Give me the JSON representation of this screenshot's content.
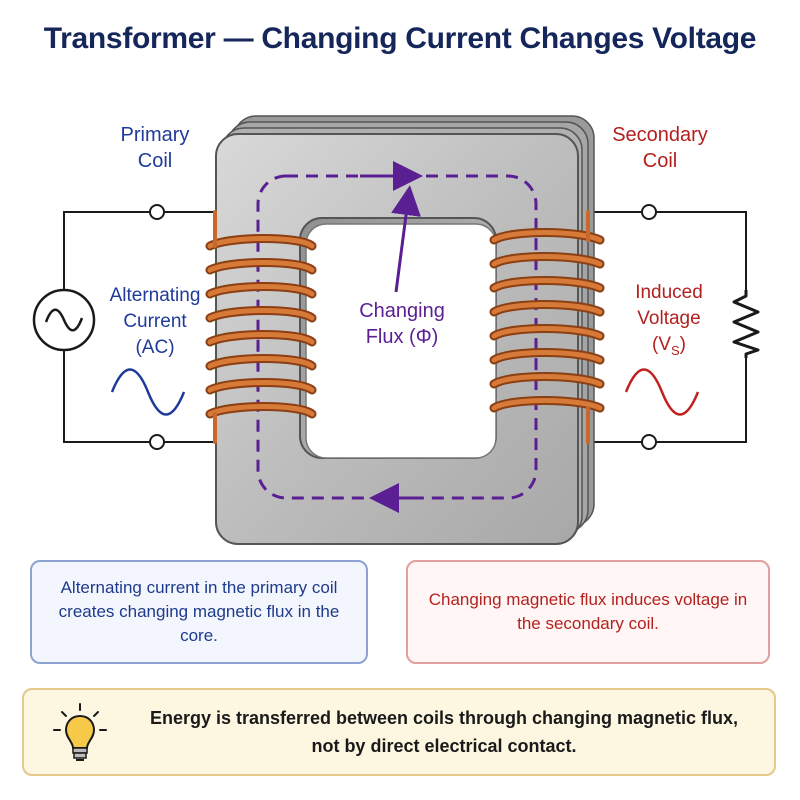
{
  "title": "Transformer — Changing Current Changes Voltage",
  "primary_coil": {
    "line1": "Primary",
    "line2": "Coil"
  },
  "secondary_coil": {
    "line1": "Secondary",
    "line2": "Coil"
  },
  "ac_label": {
    "line1": "Alternating",
    "line2": "Current",
    "line3": "(AC)"
  },
  "flux_label": {
    "line1": "Changing",
    "line2": "Flux (Φ)"
  },
  "induced_label": {
    "line1": "Induced",
    "line2": "Voltage",
    "line3_main": "(V",
    "line3_sub": "S",
    "line3_end": ")"
  },
  "box_left": {
    "text": "Alternating current in the primary coil creates changing magnetic flux in the core."
  },
  "box_right": {
    "text": "Changing magnetic flux induces voltage in the secondary coil."
  },
  "note": {
    "line1": "Energy is transferred between coils through changing magnetic flux,",
    "line2": "not by direct electrical contact."
  },
  "colors": {
    "title": "#14265a",
    "primary": "#1f3a9a",
    "secondary": "#b3201f",
    "flux": "#5a1f92",
    "copper": "#c8692b"
  },
  "icons": [
    "ac-source-icon",
    "resistor-icon",
    "lightbulb-icon"
  ]
}
